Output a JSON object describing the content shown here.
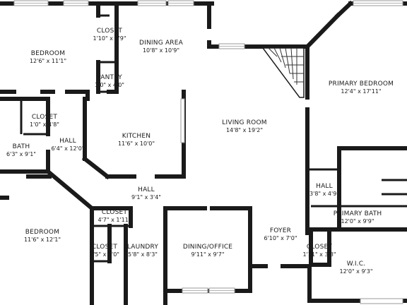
{
  "rooms": [
    {
      "key": "bedroom_nw",
      "name": "BEDROOM",
      "dims": "12'6\" x 11'1\""
    },
    {
      "key": "closet_n",
      "name": "CLOSET",
      "dims": "1'10\" x 6'9\""
    },
    {
      "key": "dining_area",
      "name": "DINING AREA",
      "dims": "10'8\" x 10'9\""
    },
    {
      "key": "pantry",
      "name": "PANTRY",
      "dims": "1'0\" x 4'0\""
    },
    {
      "key": "closet_w",
      "name": "CLOSET",
      "dims": "1'0\" x 4'8\""
    },
    {
      "key": "bath",
      "name": "BATH",
      "dims": "6'3\" x 9'1\""
    },
    {
      "key": "hall_w",
      "name": "HALL",
      "dims": "6'4\" x 12'0\""
    },
    {
      "key": "kitchen",
      "name": "KITCHEN",
      "dims": "11'6\" x 10'0\""
    },
    {
      "key": "living_room",
      "name": "LIVING ROOM",
      "dims": "14'8\" x 19'2\""
    },
    {
      "key": "primary_bedroom",
      "name": "PRIMARY BEDROOM",
      "dims": "12'4\" x 17'11\""
    },
    {
      "key": "hall_e",
      "name": "HALL",
      "dims": "3'8\" x 4'9\""
    },
    {
      "key": "hall_c",
      "name": "HALL",
      "dims": "9'1\" x 3'4\""
    },
    {
      "key": "closet_sw1",
      "name": "CLOSET",
      "dims": "4'7\" x 1'11\""
    },
    {
      "key": "primary_bath",
      "name": "PRIMARY BATH",
      "dims": "12'0\" x 9'9\""
    },
    {
      "key": "bedroom_sw",
      "name": "BEDROOM",
      "dims": "11'6\" x 12'1\""
    },
    {
      "key": "foyer",
      "name": "FOYER",
      "dims": "6'10\" x 7'0\""
    },
    {
      "key": "closet_sw2",
      "name": "CLOSET",
      "dims": "2'5\" x 6'0\""
    },
    {
      "key": "laundry",
      "name": "LAUNDRY",
      "dims": "5'8\" x 8'3\""
    },
    {
      "key": "dining_office",
      "name": "DINING/OFFICE",
      "dims": "9'11\" x 9'7\""
    },
    {
      "key": "closet_e",
      "name": "CLOSET",
      "dims": "1'11\" x 3'8\""
    },
    {
      "key": "wic",
      "name": "W.I.C.",
      "dims": "12'0\" x 9'3\""
    }
  ]
}
